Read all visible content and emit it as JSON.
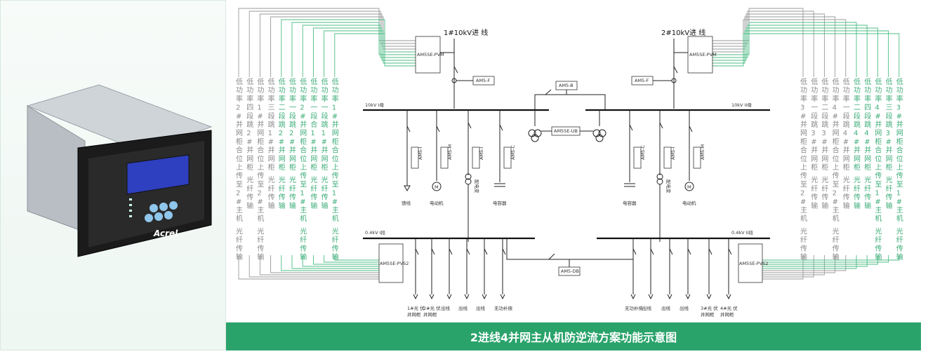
{
  "caption": "2进线4并网主从机防逆流方案功能示意图",
  "device": {
    "brand": "Acrel"
  },
  "incoming": [
    {
      "label": "1#10kV进 线"
    },
    {
      "label": "2#10kV进 线"
    }
  ],
  "meters": {
    "pvm": "AM5SE-PVM",
    "f": "AM5-F",
    "b": "AM5-B",
    "db": "AM5-DB",
    "ub": "AM5SE-UB",
    "pvs2": "AM5SE-PVS2",
    "i": "AM5-I",
    "m": "AM5-M",
    "c": "AM5-C"
  },
  "buses": {
    "hv1": "10kV I母",
    "hv2": "10kV II母",
    "lv1": "0.4kV I段",
    "lv2": "0.4kV II段"
  },
  "loads": {
    "feeder": "馈线",
    "motor": "电动机",
    "capacitor": "电容器",
    "transformer": "配电变"
  },
  "lv_left": [
    "1#光 伏\n并网柜",
    "2#光 伏\n并网柜",
    "出线",
    "出线",
    "出线",
    "无功补偿"
  ],
  "lv_right": [
    "无功补偿",
    "出线",
    "出线",
    "出线",
    "3#光 伏\n并网柜",
    "4#光 伏\n并网柜"
  ],
  "signals_left": [
    {
      "text": "低功率2#并网柜合位上传至2#主机",
      "fiber": "光纤传输",
      "color": "gray"
    },
    {
      "text": "低功率四段跳2#并网柜",
      "fiber": "光纤传输",
      "color": "gray"
    },
    {
      "text": "低功率1#并网柜合位上传至2#主机",
      "fiber": "光纤传输",
      "color": "gray"
    },
    {
      "text": "低功率三段跳1#并网柜",
      "fiber": "光纤传输",
      "color": "gray"
    },
    {
      "text": "低功率二段跳2#并网柜",
      "fiber": "光纤传输",
      "color": "green"
    },
    {
      "text": "低功率一段跳2#并网柜",
      "fiber": "光纤传输",
      "color": "green"
    },
    {
      "text": "低功率2#并网柜合位上传至1#主机",
      "fiber": "光纤传输",
      "color": "green"
    },
    {
      "text": "低功率一段合1#并网柜",
      "fiber": "光纤传输",
      "color": "green"
    },
    {
      "text": "低功率一段跳1#并网柜",
      "fiber": "光纤传输",
      "color": "green"
    },
    {
      "text": "低功率1#并网柜合位上传至1#主机",
      "fiber": "光纤传输",
      "color": "green"
    }
  ],
  "signals_right": [
    {
      "text": "低功率3#并网柜合位上传至2#主机",
      "fiber": "光纤传输",
      "color": "gray"
    },
    {
      "text": "低功率一段跳3#并网柜",
      "fiber": "光纤传输",
      "color": "gray"
    },
    {
      "text": "低功率二段跳3#并网柜",
      "fiber": "光纤传输",
      "color": "gray"
    },
    {
      "text": "低功率4#并网柜合位上传至2#主机",
      "fiber": "光纤传输",
      "color": "gray"
    },
    {
      "text": "低功率一段跳4#并网柜",
      "fiber": "光纤传输",
      "color": "gray"
    },
    {
      "text": "低功率二段跳4#并网柜",
      "fiber": "光纤传输",
      "color": "green"
    },
    {
      "text": "低功率四段跳4#并网柜",
      "fiber": "光纤传输",
      "color": "green"
    },
    {
      "text": "低功率4#并网柜合位上传至1#主机",
      "fiber": "光纤传输",
      "color": "green"
    },
    {
      "text": "低功率三段跳3#并网柜",
      "fiber": "光纤传输",
      "color": "green"
    },
    {
      "text": "低功率3#并网柜合位上传至1#主机",
      "fiber": "光纤传输",
      "color": "green"
    }
  ]
}
